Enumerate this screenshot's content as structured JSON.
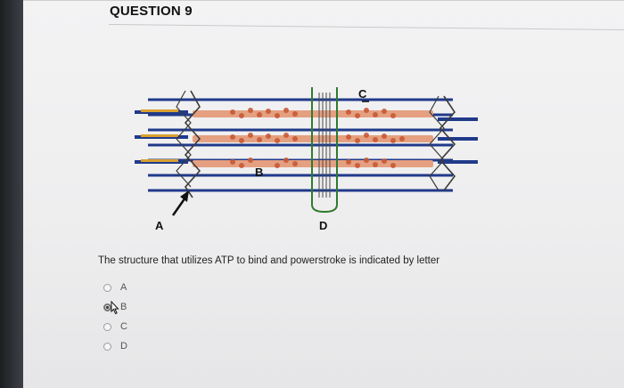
{
  "question": {
    "title": "QUESTION 9",
    "text": "The structure that utilizes ATP to bind and powerstroke is indicated by letter"
  },
  "figure": {
    "labels": {
      "a": "A",
      "b": "B",
      "c": "C",
      "d": "D"
    }
  },
  "options": [
    {
      "label": "A",
      "selected": false
    },
    {
      "label": "B",
      "selected": true
    },
    {
      "label": "C",
      "selected": false
    },
    {
      "label": "D",
      "selected": false
    }
  ],
  "colors": {
    "thick_filament": "#d98560",
    "myosin_heads": "#c55a35",
    "thin_filament": "#203a8a",
    "z_line": "#3b3b3b",
    "m_line_bracket": "#2f7a2f"
  }
}
